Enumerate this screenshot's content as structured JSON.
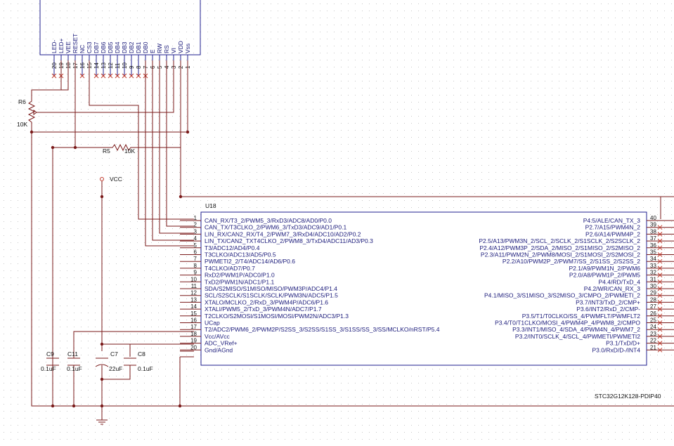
{
  "lcd": {
    "pins": [
      {
        "num": "20",
        "label": "LED-"
      },
      {
        "num": "19",
        "label": "LED+"
      },
      {
        "num": "18",
        "label": "VEE"
      },
      {
        "num": "17",
        "label": "RESET"
      },
      {
        "num": "16",
        "label": "NC"
      },
      {
        "num": "15",
        "label": "CS3"
      },
      {
        "num": "14",
        "label": "DB7"
      },
      {
        "num": "13",
        "label": "DB6"
      },
      {
        "num": "12",
        "label": "DB5"
      },
      {
        "num": "11",
        "label": "DB4"
      },
      {
        "num": "10",
        "label": "DB3"
      },
      {
        "num": "9",
        "label": "DB2"
      },
      {
        "num": "8",
        "label": "DB1"
      },
      {
        "num": "7",
        "label": "DB0"
      },
      {
        "num": "6",
        "label": "E"
      },
      {
        "num": "5",
        "label": "RW"
      },
      {
        "num": "4",
        "label": "RS"
      },
      {
        "num": "3",
        "label": "VI"
      },
      {
        "num": "2",
        "label": "VDD"
      },
      {
        "num": "1",
        "label": "Vss"
      }
    ]
  },
  "r6": {
    "ref": "R6",
    "value": "10K"
  },
  "r5": {
    "ref": "R5",
    "value": "10K"
  },
  "vcc": {
    "label": "VCC"
  },
  "caps": [
    {
      "ref": "C9",
      "value": "0.1uF"
    },
    {
      "ref": "C11",
      "value": "0.1uF"
    },
    {
      "ref": "C7",
      "value": "22uF"
    },
    {
      "ref": "C8",
      "value": "0.1uF"
    }
  ],
  "mcu": {
    "ref": "U18",
    "part": "STC32G12K128-PDIP40",
    "left_pins": [
      {
        "num": "1",
        "label": "CAN_RX/T3_2/PWM5_3/RxD3/ADC8/AD0/P0.0"
      },
      {
        "num": "2",
        "label": "CAN_TX/T3CLKO_2/PWM6_3/TxD3/ADC9/AD1/P0.1"
      },
      {
        "num": "3",
        "label": "LIN_RX/CAN2_RX/T4_2/PWM7_3/RxD4/ADC10/AD2/P0.2"
      },
      {
        "num": "4",
        "label": "LIN_TX/CAN2_TXT4CLKO_2/PWM8_3/TxD4/ADC11/AD3/P0.3"
      },
      {
        "num": "5",
        "label": "T3/ADC12/AD4/P0.4"
      },
      {
        "num": "6",
        "label": "T3CLKO/ADC13/AD5/P0.5"
      },
      {
        "num": "7",
        "label": "PWMETI2_2/T4/ADC14/AD6/P0.6"
      },
      {
        "num": "8",
        "label": "T4CLKO/AD7/P0.7"
      },
      {
        "num": "9",
        "label": "RxD2/PWM1P/ADC0/P1.0"
      },
      {
        "num": "10",
        "label": "TxD2/PWM1N/ADC1/P1.1"
      },
      {
        "num": "11",
        "label": "SDA/S2MISO/S1MISO/MISO/PWM3P/ADC4/P1.4"
      },
      {
        "num": "12",
        "label": "SCL/S2SCLK/S1SCLK/SCLK/PWM3N/ADC5/P1.5"
      },
      {
        "num": "13",
        "label": "XTALO/MCLKO_2/RxD_3/PWM4P/ADC6/P1.6"
      },
      {
        "num": "14",
        "label": "XTALI/PWM5_2/TxD_3/PWM4N/ADC7/P1.7"
      },
      {
        "num": "15",
        "label": "T2CLKO/S2MOSI/S1MOSI/MOSI/PWM2N/ADC3/P1.3"
      },
      {
        "num": "16",
        "label": "UCap"
      },
      {
        "num": "17",
        "label": "T2/ADC2/PWM6_2/PWM2P/S2SS_3/S2SS/S1SS_3/S1SS/SS_3/SS/MCLKO/nRST/P5.4"
      },
      {
        "num": "18",
        "label": "Vcc/AVcc"
      },
      {
        "num": "19",
        "label": "ADC_VRef+"
      },
      {
        "num": "20",
        "label": "Gnd/AGnd"
      }
    ],
    "right_pins": [
      {
        "num": "40",
        "label": "P4:5/ALE/CAN_TX_3"
      },
      {
        "num": "39",
        "label": "P2.7/A15/PWM4N_2"
      },
      {
        "num": "38",
        "label": "P2.6/A14/PWM4P_2"
      },
      {
        "num": "37",
        "label": "P2.5/A13/PWM3N_2/SCL_2/SCLK_2/S1SCLK_2/S2SCLK_2"
      },
      {
        "num": "36",
        "label": "P2.4/A12/PWM3P_2/SDA_2/MISO_2/S1MISO_2/S2MISO_2"
      },
      {
        "num": "35",
        "label": "P2.3/A11/PWM2N_2/PWM8/MOSI_2/S1MOSI_2/S2MOSI_2"
      },
      {
        "num": "34",
        "label": "P2.2/A10/PWM2P_2/PWM7/SS_2/S1SS_2/S2SS_2"
      },
      {
        "num": "33",
        "label": "P2.1/A9/PWM1N_2/PWM6"
      },
      {
        "num": "32",
        "label": "P2.0/A8/PWM1P_2/PWM5"
      },
      {
        "num": "31",
        "label": "P4.4/RD/TxD_4"
      },
      {
        "num": "30",
        "label": "P4.2/WR/CAN_RX_3"
      },
      {
        "num": "29",
        "label": "P4.1/MISO_3/S1MISO_3/S2MISO_3/CMPO_2/PWMETI_2"
      },
      {
        "num": "28",
        "label": "P3.7/INT3/TxD_2/CMP+"
      },
      {
        "num": "27",
        "label": "P3.6/INT2/RxD_2/CMP-"
      },
      {
        "num": "26",
        "label": "P3.5/T1/T0CLKO/SS_4/PWMFLT/PWMFLT2"
      },
      {
        "num": "25",
        "label": "P3.4/T0/T1CLKO/MOSI_4/PWM4P_4/PWM8_2/CMPO"
      },
      {
        "num": "24",
        "label": "P3.3/INT1/MISO_4/SDA_4/PWM4N_4/PWM7_2"
      },
      {
        "num": "23",
        "label": "P3.2/INT0/SCLK_4/SCL_4/PWMETI/PWMETI2"
      },
      {
        "num": "22",
        "label": "P3.1/TxD/D+"
      },
      {
        "num": "21",
        "label": "P3.0/RxD/D-/INT4"
      }
    ]
  }
}
